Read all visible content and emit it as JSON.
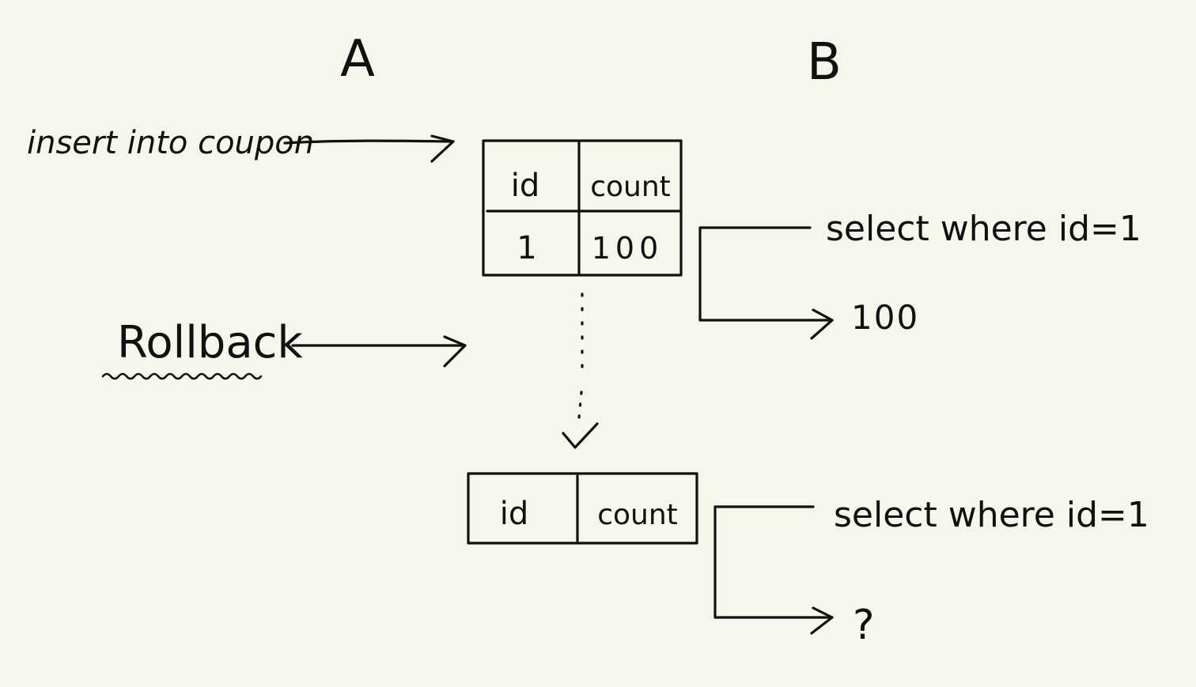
{
  "columns": {
    "a_label": "A",
    "b_label": "B"
  },
  "left_actions": {
    "insert_label": "insert into coupon",
    "rollback_label": "Rollback"
  },
  "top_table": {
    "header_id": "id",
    "header_count": "count",
    "row_id": "1",
    "row_count": "100"
  },
  "bottom_table": {
    "header_id": "id",
    "header_count": "count"
  },
  "top_query": {
    "query_label": "select where id=1",
    "result_label": "100"
  },
  "bottom_query": {
    "query_label": "select where id=1",
    "result_label": "?"
  },
  "colors": {
    "background": "#f7f6ec",
    "ink": "#111111"
  }
}
